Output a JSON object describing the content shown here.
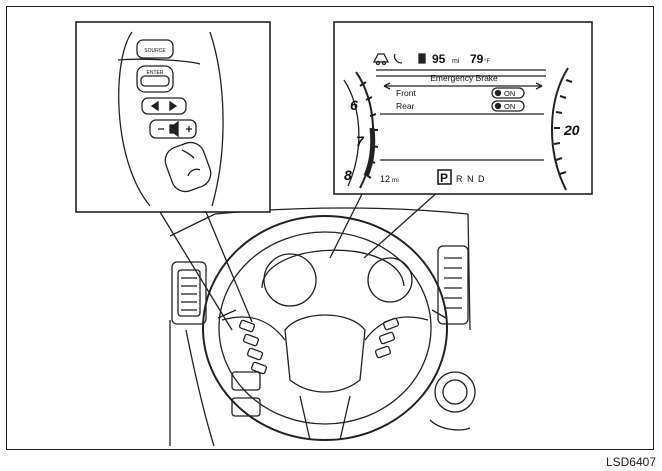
{
  "figure_code": "LSD6407",
  "controls": {
    "source_label": "SOURCE",
    "enter_label": "ENTER"
  },
  "meter": {
    "range_value": "95",
    "range_unit": "mi",
    "temperature_value": "79",
    "temperature_unit": "°F",
    "menu_title": "Emergency Brake",
    "rows": [
      {
        "label": "Front",
        "state": "ON"
      },
      {
        "label": "Rear",
        "state": "ON"
      }
    ],
    "trip_value": "12",
    "trip_unit": "mi",
    "gears": [
      "P",
      "R",
      "N",
      "D"
    ],
    "tach_ticks": [
      "6",
      "7",
      "8"
    ],
    "speed_tick": "20"
  }
}
